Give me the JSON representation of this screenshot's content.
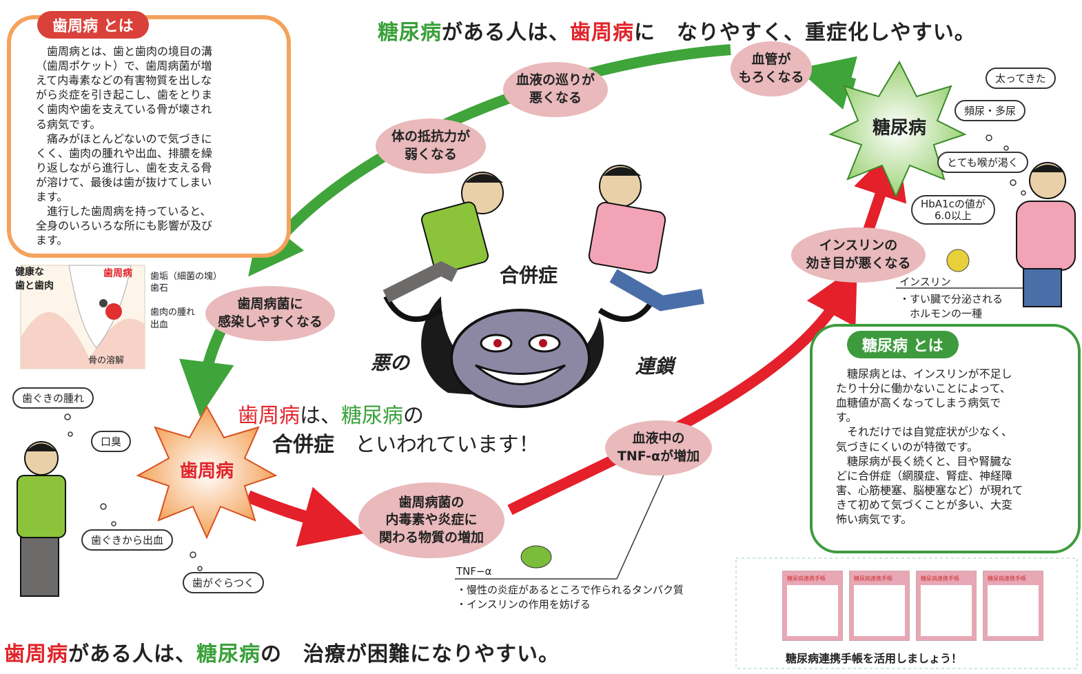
{
  "header": {
    "top_title": {
      "part1": "糖尿病",
      "part2": "がある人は、",
      "part3": "歯周病",
      "part4": "に　なりやすく、重症化しやすい。"
    },
    "bottom_title": {
      "part1": "歯周病",
      "part2": "がある人は、",
      "part3": "糖尿病",
      "part4": "の　治療が困難になりやすい。"
    }
  },
  "perio_box": {
    "tab": "歯周病 とは",
    "body": "　歯周病とは、歯と歯肉の境目の溝\n（歯周ポケット）で、歯周病菌が増\nえて内毒素などの有害物質を出しな\nがら炎症を引き起こし、歯をとりま\nく歯肉や歯を支えている骨が壊され\nる病気です。\n　痛みがほとんどないので気づきに\nくく、歯肉の腫れや出血、排膿を繰\nり返しながら進行し、歯を支える骨\nが溶けて、最後は歯が抜けてしまい\nます。\n　進行した歯周病を持っていると、\n全身のいろいろな所にも影響が及び\nます。"
  },
  "diabetes_box": {
    "tab": "糖尿病 とは",
    "body": "　糖尿病とは、インスリンが不足し\nたり十分に働かないことによって、\n血糖値が高くなってしまう病気で\nす。\n　それだけでは自覚症状が少なく、\n気づきにくいのが特徴です。\n　糖尿病が長く続くと、目や腎臓な\nどに合併症（網膜症、腎症、神経障\n害、心筋梗塞、脳梗塞など）が現れて\nきて初めて気づくことが多い、大変\n怖い病気です。"
  },
  "tooth": {
    "healthy": "健康な\n歯と歯肉",
    "perio": "歯周病",
    "plaque": "歯垢（細菌の塊）",
    "tartar": "歯石",
    "swelling": "歯肉の腫れ",
    "bleeding": "出血",
    "bone": "骨の溶解"
  },
  "bubbles": {
    "blood_vessel": "血管が\nもろくなる",
    "circulation": "血液の巡りが\n悪くなる",
    "resistance": "体の抵抗力が\n弱くなる",
    "infection": "歯周病菌に\n感染しやすくなる",
    "toxin": "歯周病菌の\n内毒素や炎症に\n関わる物質の増加",
    "tnf": "血液中の\nTNF-αが増加",
    "insulin": "インスリンの\n効き目が悪くなる"
  },
  "stars": {
    "diabetes": "糖尿病",
    "perio": "歯周病"
  },
  "center": {
    "complication": "合併症",
    "evil": "悪の",
    "chain": "連鎖",
    "line1_a": "歯周病",
    "line1_b": "は、",
    "line1_c": "糖尿病",
    "line1_d": "の",
    "line2_a": "合併症",
    "line2_b": "といわれています！"
  },
  "diabetes_symptoms": [
    "太ってきた",
    "頻尿・多尿",
    "とても喉が渇く",
    "HbA1cの値が\n6.0以上"
  ],
  "perio_symptoms": [
    "歯ぐきの腫れ",
    "口臭",
    "歯ぐきから出血",
    "歯がぐらつく"
  ],
  "insulin_note": {
    "label": "インスリン",
    "desc": "・すい臓で分泌される\n　ホルモンの一種"
  },
  "tnf_note": {
    "label": "TNF−α",
    "desc": "・慢性の炎症があるところで作られるタンパク質\n・インスリンの作用を妨げる"
  },
  "notebook": {
    "caption": "糖尿病連携手帳を活用しましょう！",
    "card_header": "糖尿病連携手帳"
  },
  "colors": {
    "green": "#3aa03a",
    "red": "#e0242a",
    "pink": "#e9b9bb",
    "orange_box": "#f5a25c",
    "perio_tab": "#d9413a",
    "diab_tab": "#3d9b3d"
  }
}
